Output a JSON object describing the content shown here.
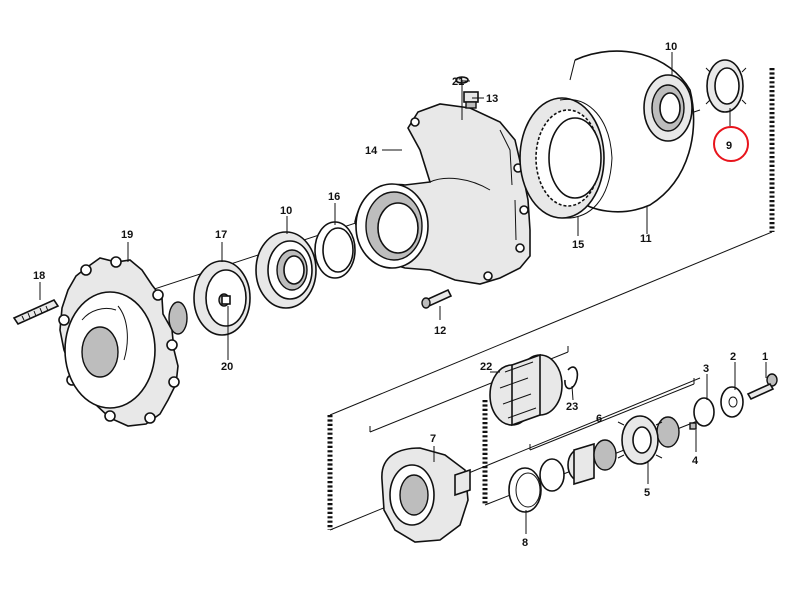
{
  "callouts": {
    "n1": "1",
    "n2": "2",
    "n3": "3",
    "n4": "4",
    "n5": "5",
    "n6": "6",
    "n7": "7",
    "n8": "8",
    "n9": "9",
    "n10a": "10",
    "n10b": "10",
    "n11": "11",
    "n12": "12",
    "n13": "13",
    "n14": "14",
    "n15": "15",
    "n16": "16",
    "n17": "17",
    "n18": "18",
    "n19": "19",
    "n20": "20",
    "n21": "21",
    "n22": "22",
    "n23": "23"
  },
  "highlight": {
    "part": "9",
    "color": "#e8141c"
  }
}
